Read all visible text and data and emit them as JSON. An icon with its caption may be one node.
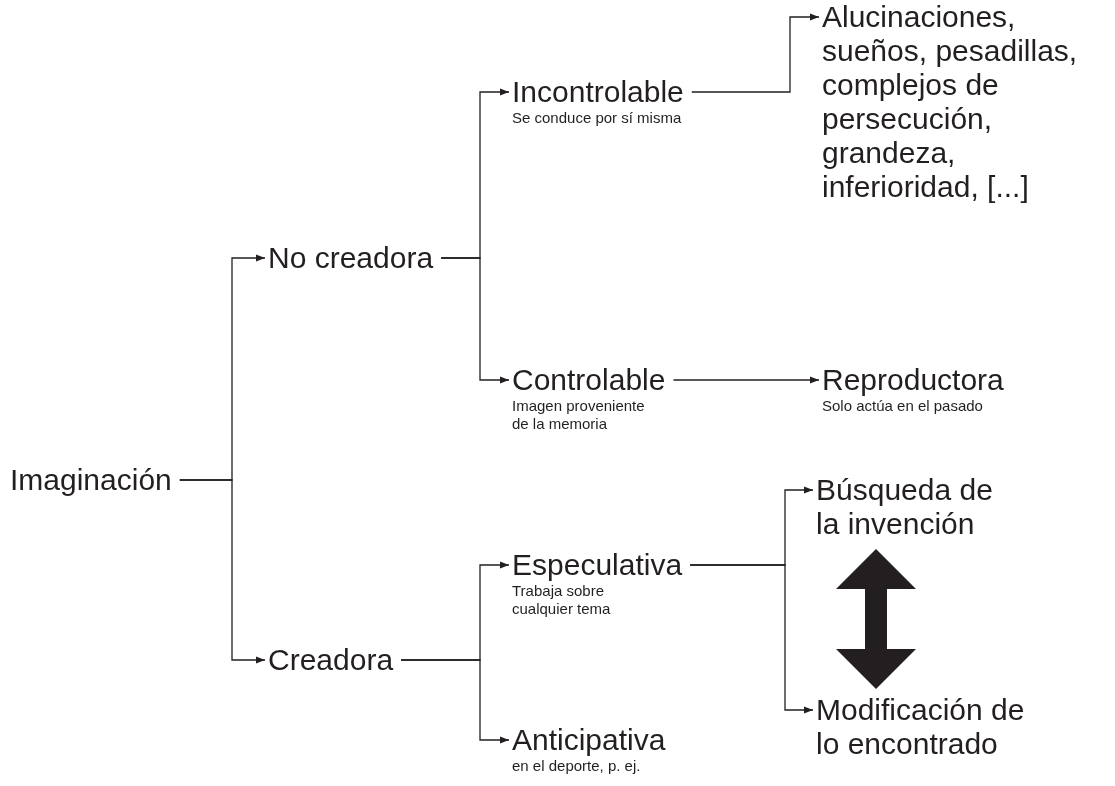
{
  "diagram": {
    "nodes": [
      {
        "text": [
          "Imaginación"
        ]
      },
      {
        "text": [
          "No creadora"
        ]
      },
      {
        "text": [
          "Creadora"
        ]
      },
      {
        "text": [
          "Incontrolable",
          "Se conduce por sí misma"
        ]
      },
      {
        "text": [
          "Controlable",
          "Imagen proveniente de la memoria"
        ]
      },
      {
        "text": [
          "Alucinaciones, sueños, pesadillas, complejos de persecución, grandeza, inferioridad, [...]"
        ]
      },
      {
        "text": [
          "Reproductora",
          "Solo actúa en el pasado"
        ]
      },
      {
        "text": [
          "Especulativa",
          "Trabaja sobre cualquier tema"
        ]
      },
      {
        "text": [
          "Anticipativa",
          "en el deporte, p. ej."
        ]
      },
      {
        "text": [
          "Búsqueda de la invención"
        ]
      },
      {
        "text": [
          "Modificación de lo encontrado"
        ]
      }
    ],
    "edges": [
      {
        "from": 0,
        "to": 1,
        "arrow": "to"
      },
      {
        "from": 0,
        "to": 2,
        "arrow": "to"
      },
      {
        "from": 1,
        "to": 3,
        "arrow": "to"
      },
      {
        "from": 1,
        "to": 4,
        "arrow": "to"
      },
      {
        "from": 3,
        "to": 5,
        "arrow": "to"
      },
      {
        "from": 4,
        "to": 6,
        "arrow": "to"
      },
      {
        "from": 2,
        "to": 7,
        "arrow": "to"
      },
      {
        "from": 2,
        "to": 8,
        "arrow": "to"
      },
      {
        "from": 7,
        "to": 9,
        "arrow": "to"
      },
      {
        "from": 7,
        "to": 10,
        "arrow": "to"
      },
      {
        "from": 9,
        "to": 10,
        "arrow": "both",
        "style": "thick"
      }
    ]
  }
}
